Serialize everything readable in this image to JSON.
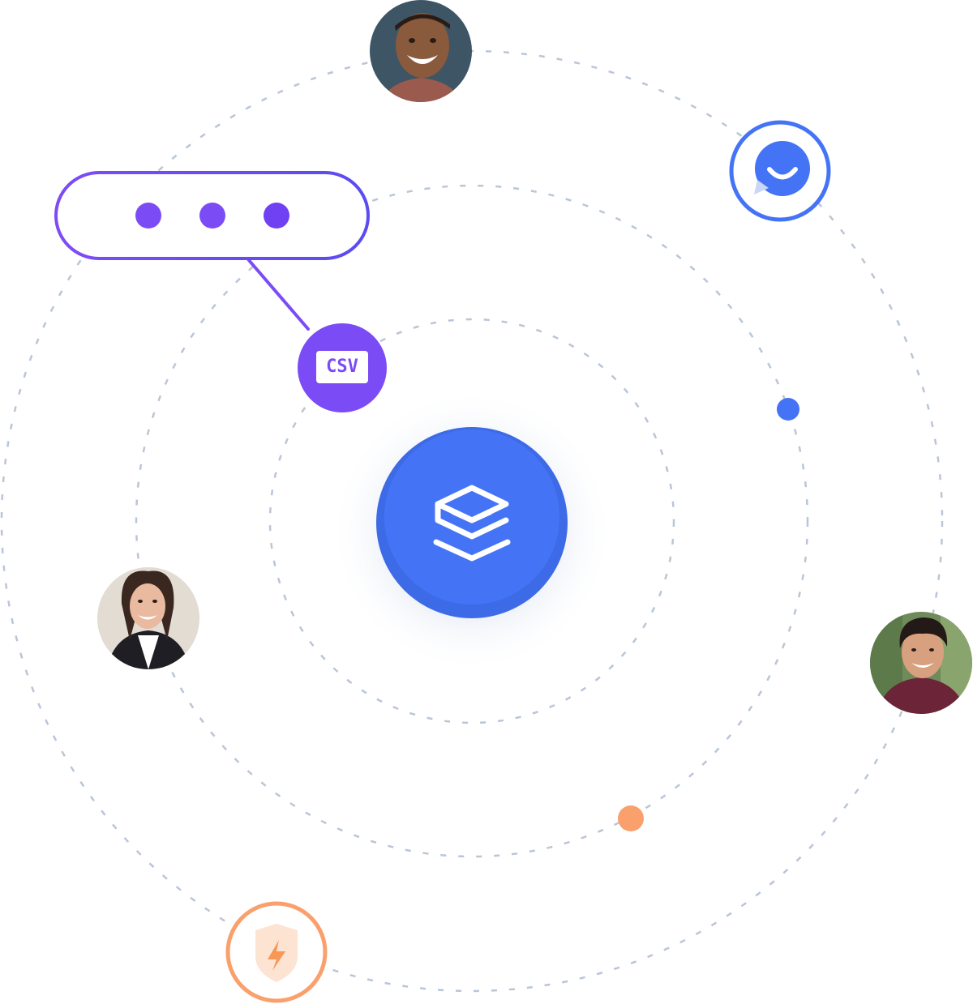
{
  "illustration": {
    "csv_badge": {
      "label": "CSV",
      "icon": "csv-file-icon"
    },
    "center_hub": {
      "icon": "stacked-layers-icon"
    },
    "chat_bubble": {
      "dots": 3,
      "icon": "ellipsis-icon"
    },
    "chat_widget": {
      "icon": "smiley-chat-icon"
    },
    "security": {
      "icon": "shield-lightning-icon"
    },
    "avatars": [
      {
        "name": "avatar-man-top"
      },
      {
        "name": "avatar-woman-left"
      },
      {
        "name": "avatar-man-right"
      }
    ],
    "colors": {
      "primary_blue": "#4474f5",
      "purple": "#7b4cf5",
      "orange": "#f9a06c",
      "orbit": "#b9c6d6"
    }
  }
}
